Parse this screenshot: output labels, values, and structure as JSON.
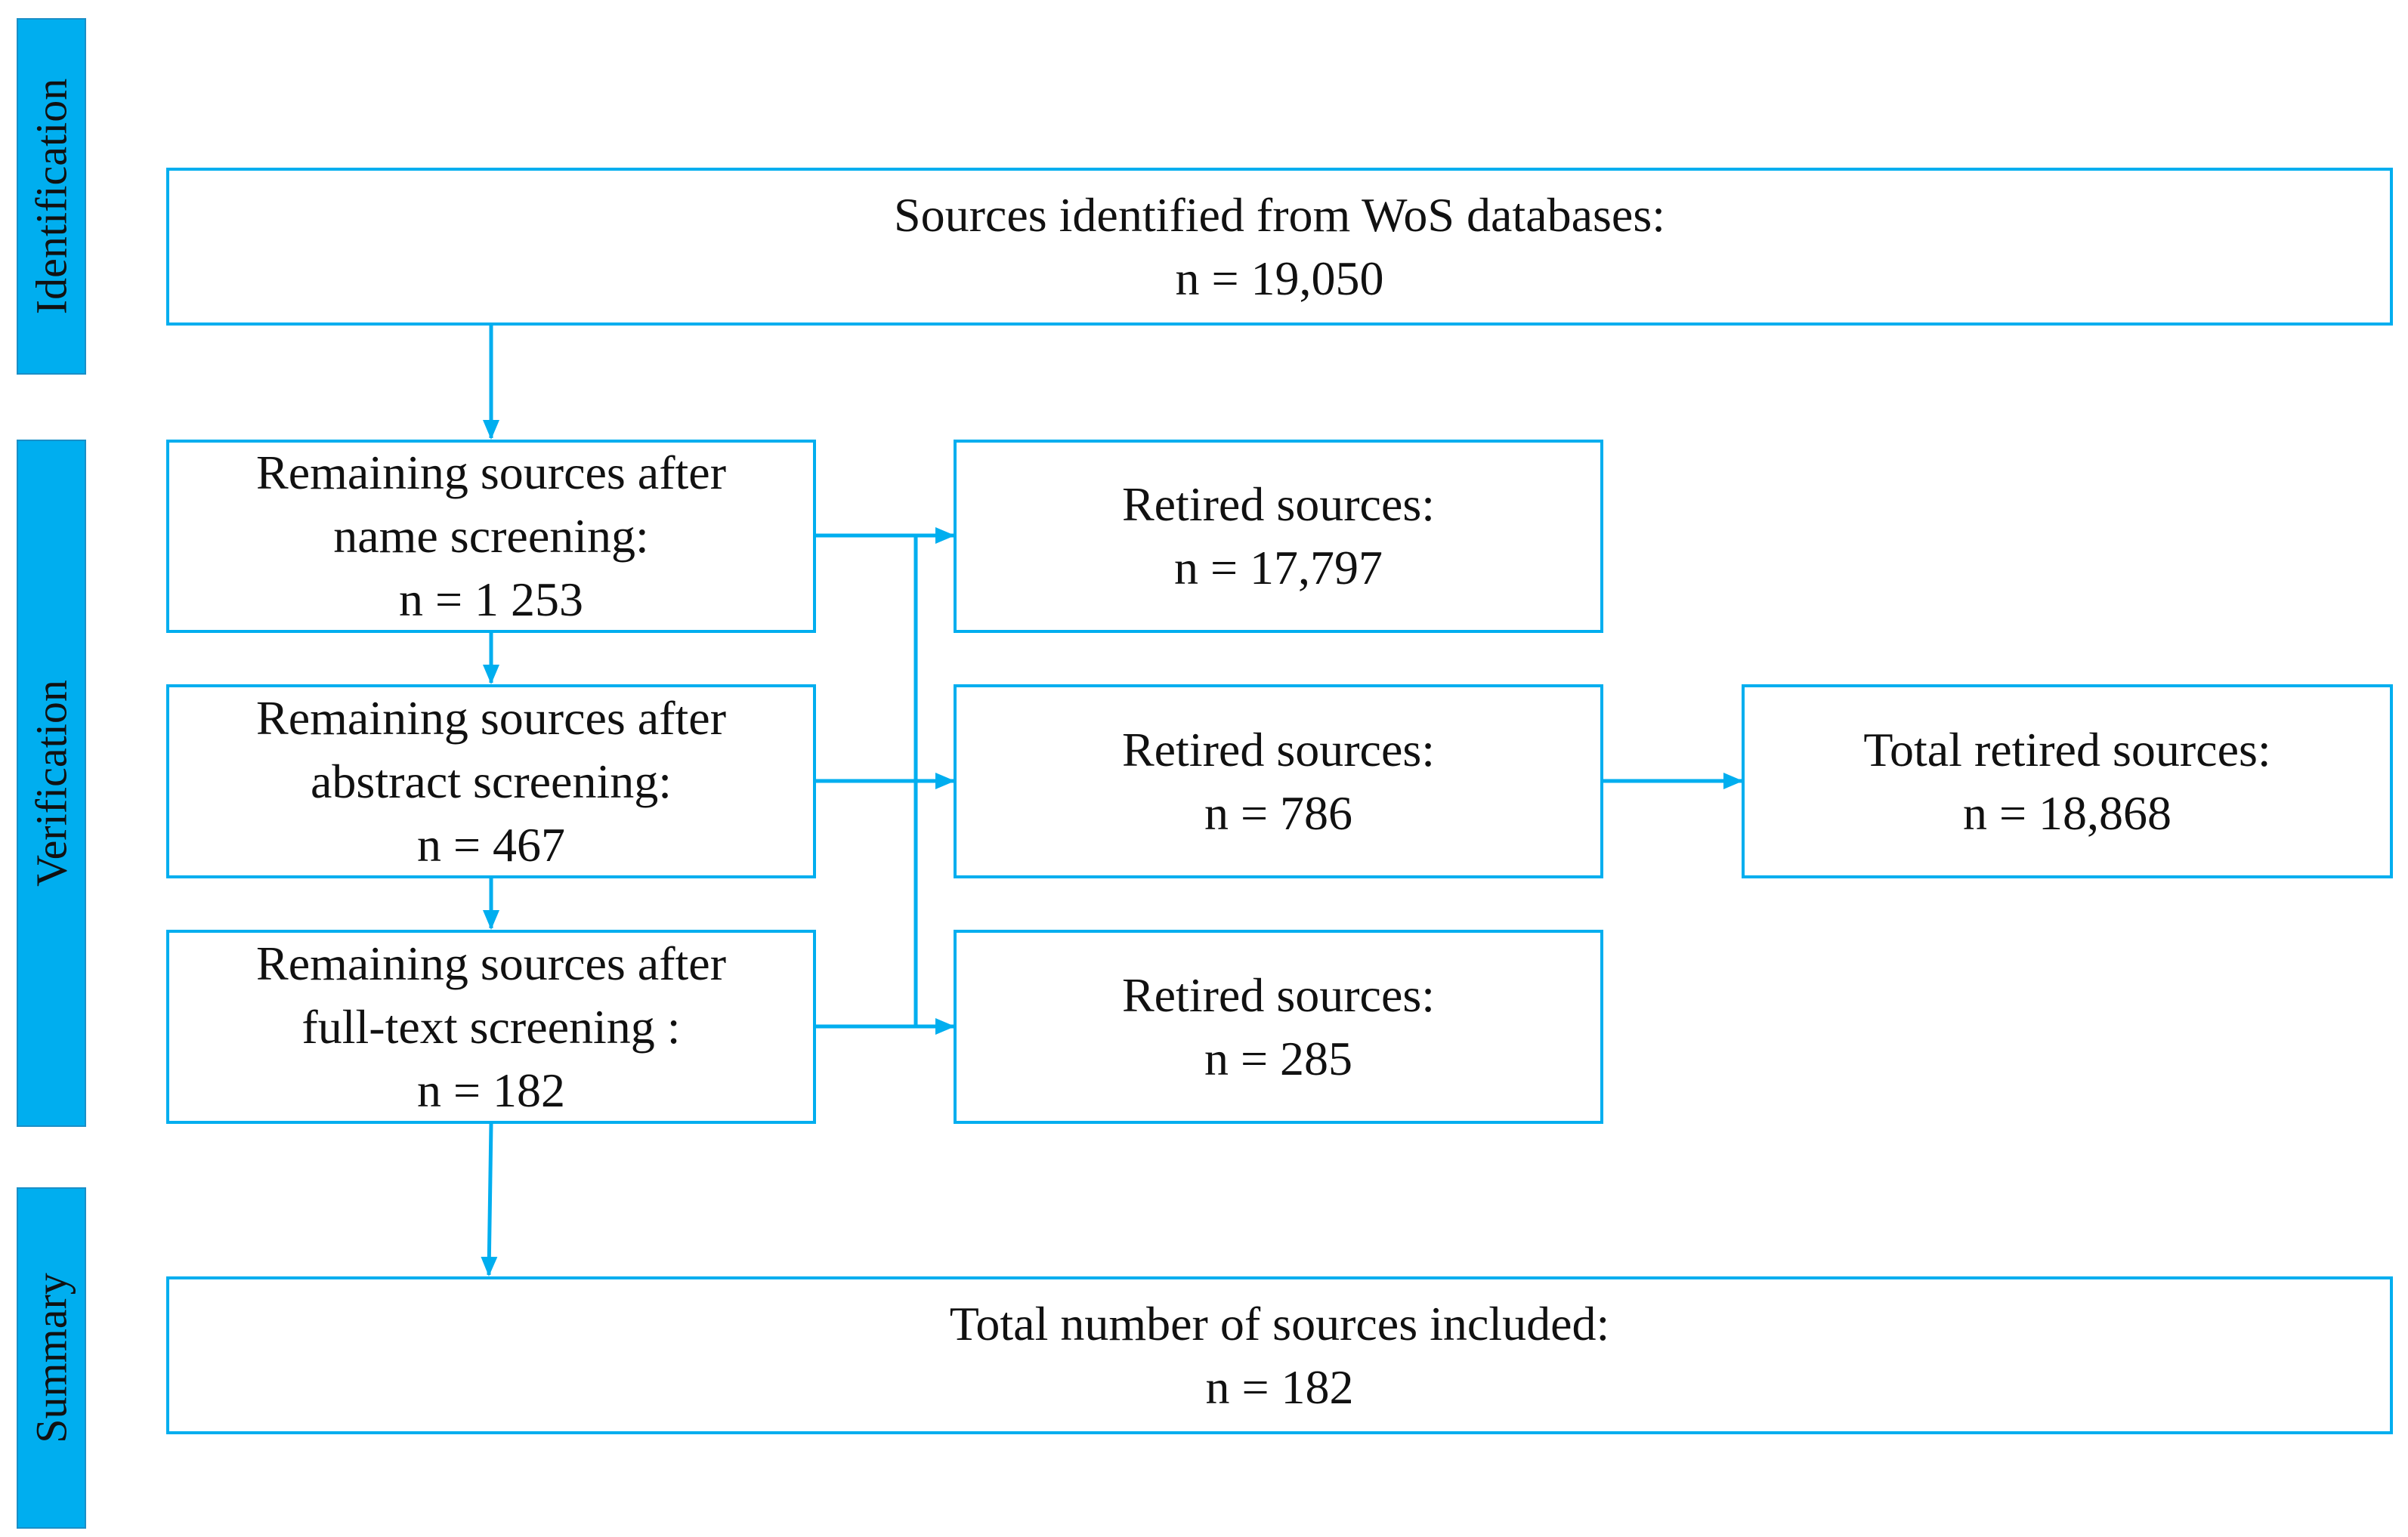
{
  "phases": {
    "identification": "Identification",
    "verification": "Verification",
    "summary": "Summary"
  },
  "boxes": {
    "identified": {
      "line1": "Sources identified from WoS databases:",
      "line2": "n = 19,050"
    },
    "name_screening": {
      "line1": "Remaining sources after",
      "line2": "name screening:",
      "line3": "n = 1 253"
    },
    "abstract_screening": {
      "line1": "Remaining sources after",
      "line2": "abstract screening:",
      "line3": "n = 467"
    },
    "fulltext_screening": {
      "line1": "Remaining sources after",
      "line2": "full-text screening :",
      "line3": "n = 182"
    },
    "retired_name": {
      "line1": "Retired sources:",
      "line2": "n = 17,797"
    },
    "retired_abstract": {
      "line1": "Retired sources:",
      "line2": "n = 786"
    },
    "retired_fulltext": {
      "line1": "Retired sources:",
      "line2": "n = 285"
    },
    "total_retired": {
      "line1": "Total retired sources:",
      "line2": "n = 18,868"
    },
    "total_included": {
      "line1": "Total number of sources included:",
      "line2": "n = 182"
    }
  },
  "colors": {
    "accent": "#00aeef",
    "text": "#111111",
    "background": "#ffffff"
  }
}
